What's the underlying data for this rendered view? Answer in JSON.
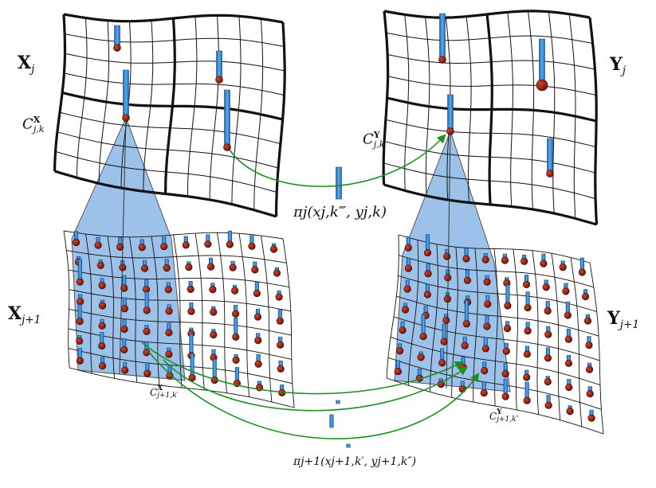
{
  "labels": {
    "Xj": {
      "main": "X",
      "sub": "j"
    },
    "Yj": {
      "main": "Y",
      "sub": "j"
    },
    "Xj1": {
      "main": "X",
      "sub": "j+1"
    },
    "Yj1": {
      "main": "Y",
      "sub": "j+1"
    },
    "CX": {
      "main": "C",
      "sup": "X",
      "sub": "j,k"
    },
    "CY": {
      "main": "C",
      "sup": "Y",
      "sub": "j,k"
    },
    "CX1": {
      "main": "C",
      "sup": "X",
      "sub": "j+1,k′"
    },
    "CY1": {
      "main": "C",
      "sup": "Y",
      "sub": "j+1,k″"
    },
    "pi_j": "πj(xj,k‴, yj,k)",
    "pi_j1": "πj+1(xj+1,k′, yj+1,k″)"
  },
  "colors": {
    "grid": "#111111",
    "bar": "#3a86d4",
    "dot": "#8b1a0e",
    "cone": "#4a90d9",
    "arrow": "#1f8f1f"
  }
}
